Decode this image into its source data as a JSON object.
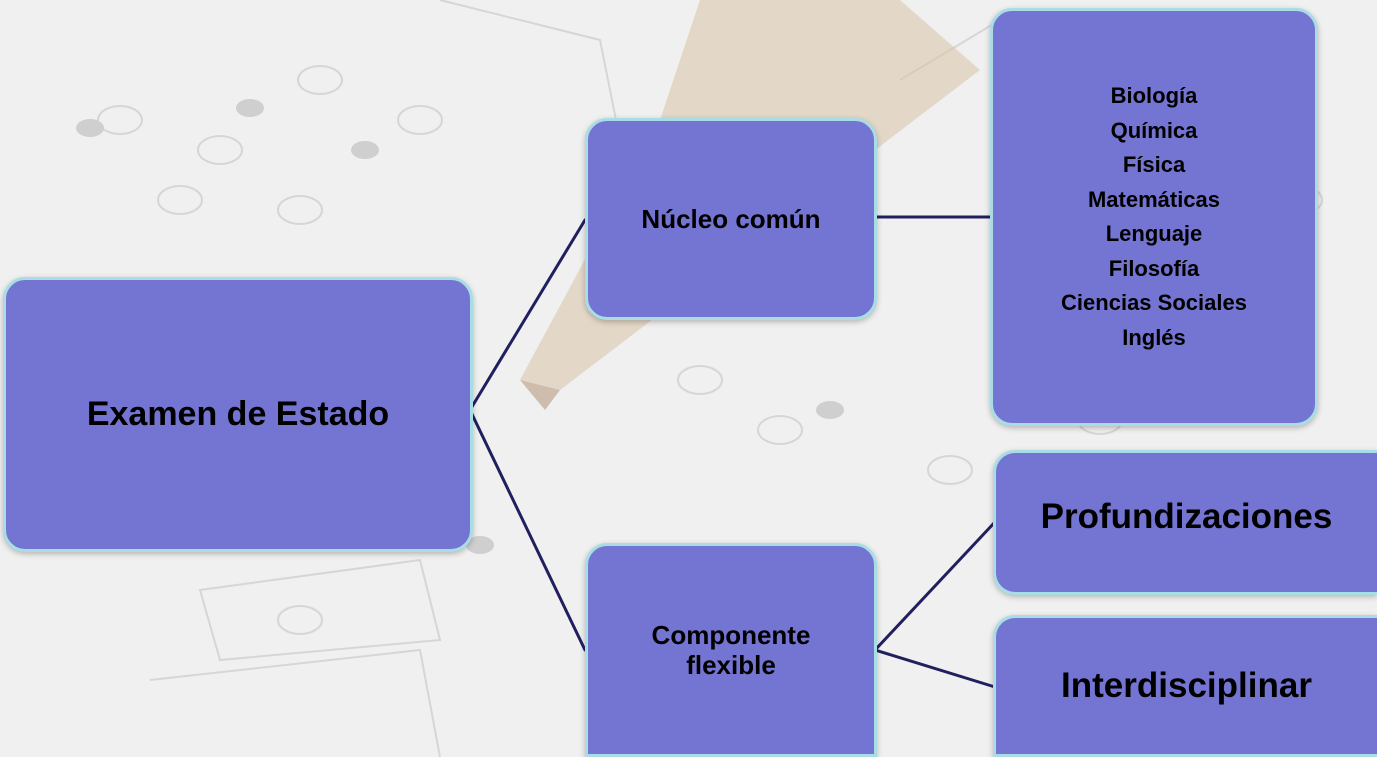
{
  "diagram": {
    "root": {
      "label": "Examen de Estado"
    },
    "nucleo": {
      "label": "Núcleo común"
    },
    "componente": {
      "label": "Componente flexible"
    },
    "subjects": [
      "Biología",
      "Química",
      "Física",
      "Matemáticas",
      "Lenguaje",
      "Filosofía",
      "Ciencias Sociales",
      "Inglés"
    ],
    "profundizaciones": {
      "label": "Profundizaciones"
    },
    "interdisciplinar": {
      "label": "Interdisciplinar"
    }
  },
  "colors": {
    "node_fill": "#7474d2",
    "node_border": "#a8dde6",
    "connector": "#20205f",
    "text": "#000000"
  }
}
